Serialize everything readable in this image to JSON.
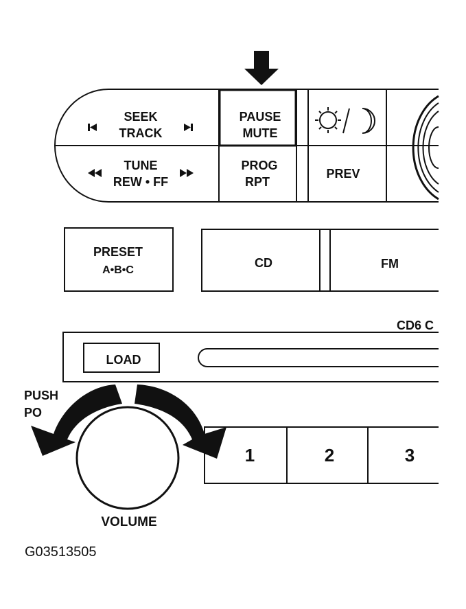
{
  "seek": {
    "line1": "SEEK",
    "line2": "TRACK",
    "prev_icon": "skip-back-icon",
    "next_icon": "skip-forward-icon"
  },
  "pause": {
    "line1": "PAUSE",
    "line2": "MUTE"
  },
  "tune": {
    "line1": "TUNE",
    "line2": "REW • FF",
    "rew_icon": "rewind-icon",
    "ff_icon": "fast-forward-icon"
  },
  "prog": {
    "line1": "PROG",
    "line2": "RPT"
  },
  "day_night_icon": "sun-moon-icon",
  "prev": {
    "label": "PREV"
  },
  "preset": {
    "line1": "PRESET",
    "line2": "A•B•C"
  },
  "source": {
    "cd": "CD",
    "fm": "FM"
  },
  "changer": {
    "label": "CD6 C"
  },
  "load": {
    "label": "LOAD"
  },
  "push_power": {
    "line1": "PUSH",
    "line2": "PO"
  },
  "presets": [
    "1",
    "2",
    "3"
  ],
  "volume": {
    "label": "VOLUME"
  },
  "figure_code": "G03513505"
}
